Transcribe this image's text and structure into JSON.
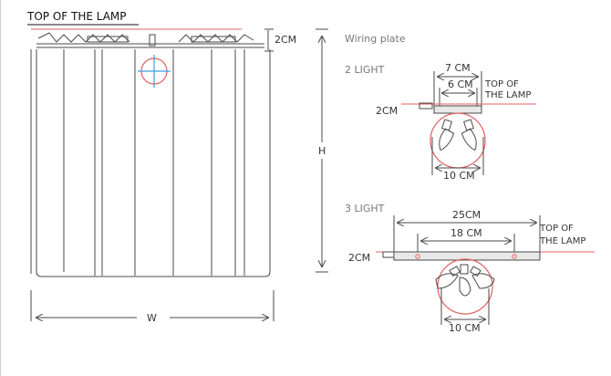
{
  "lamp": {
    "title": "TOP OF THE LAMP",
    "height_dim": "2CM",
    "height_label": "H",
    "width_label": "W"
  },
  "plate": {
    "heading": "Wiring plate"
  },
  "light2": {
    "heading": "2 LIGHT",
    "outer_dim": "7 CM",
    "inner_dim": "6 CM",
    "side_dim": "2CM",
    "bottom_dim": "10 CM",
    "top_label_line1": "TOP OF",
    "top_label_line2": "THE LAMP"
  },
  "light3": {
    "heading": "3 LIGHT",
    "outer_dim": "25CM",
    "inner_dim": "18 CM",
    "side_dim": "2CM",
    "bottom_dim": "10 CM",
    "top_label_line1": "TOP OF",
    "top_label_line2": "THE LAMP"
  },
  "colors": {
    "line": "#4a4a4a",
    "accent": "#e06060",
    "crosshair": "#3aa0e0"
  }
}
